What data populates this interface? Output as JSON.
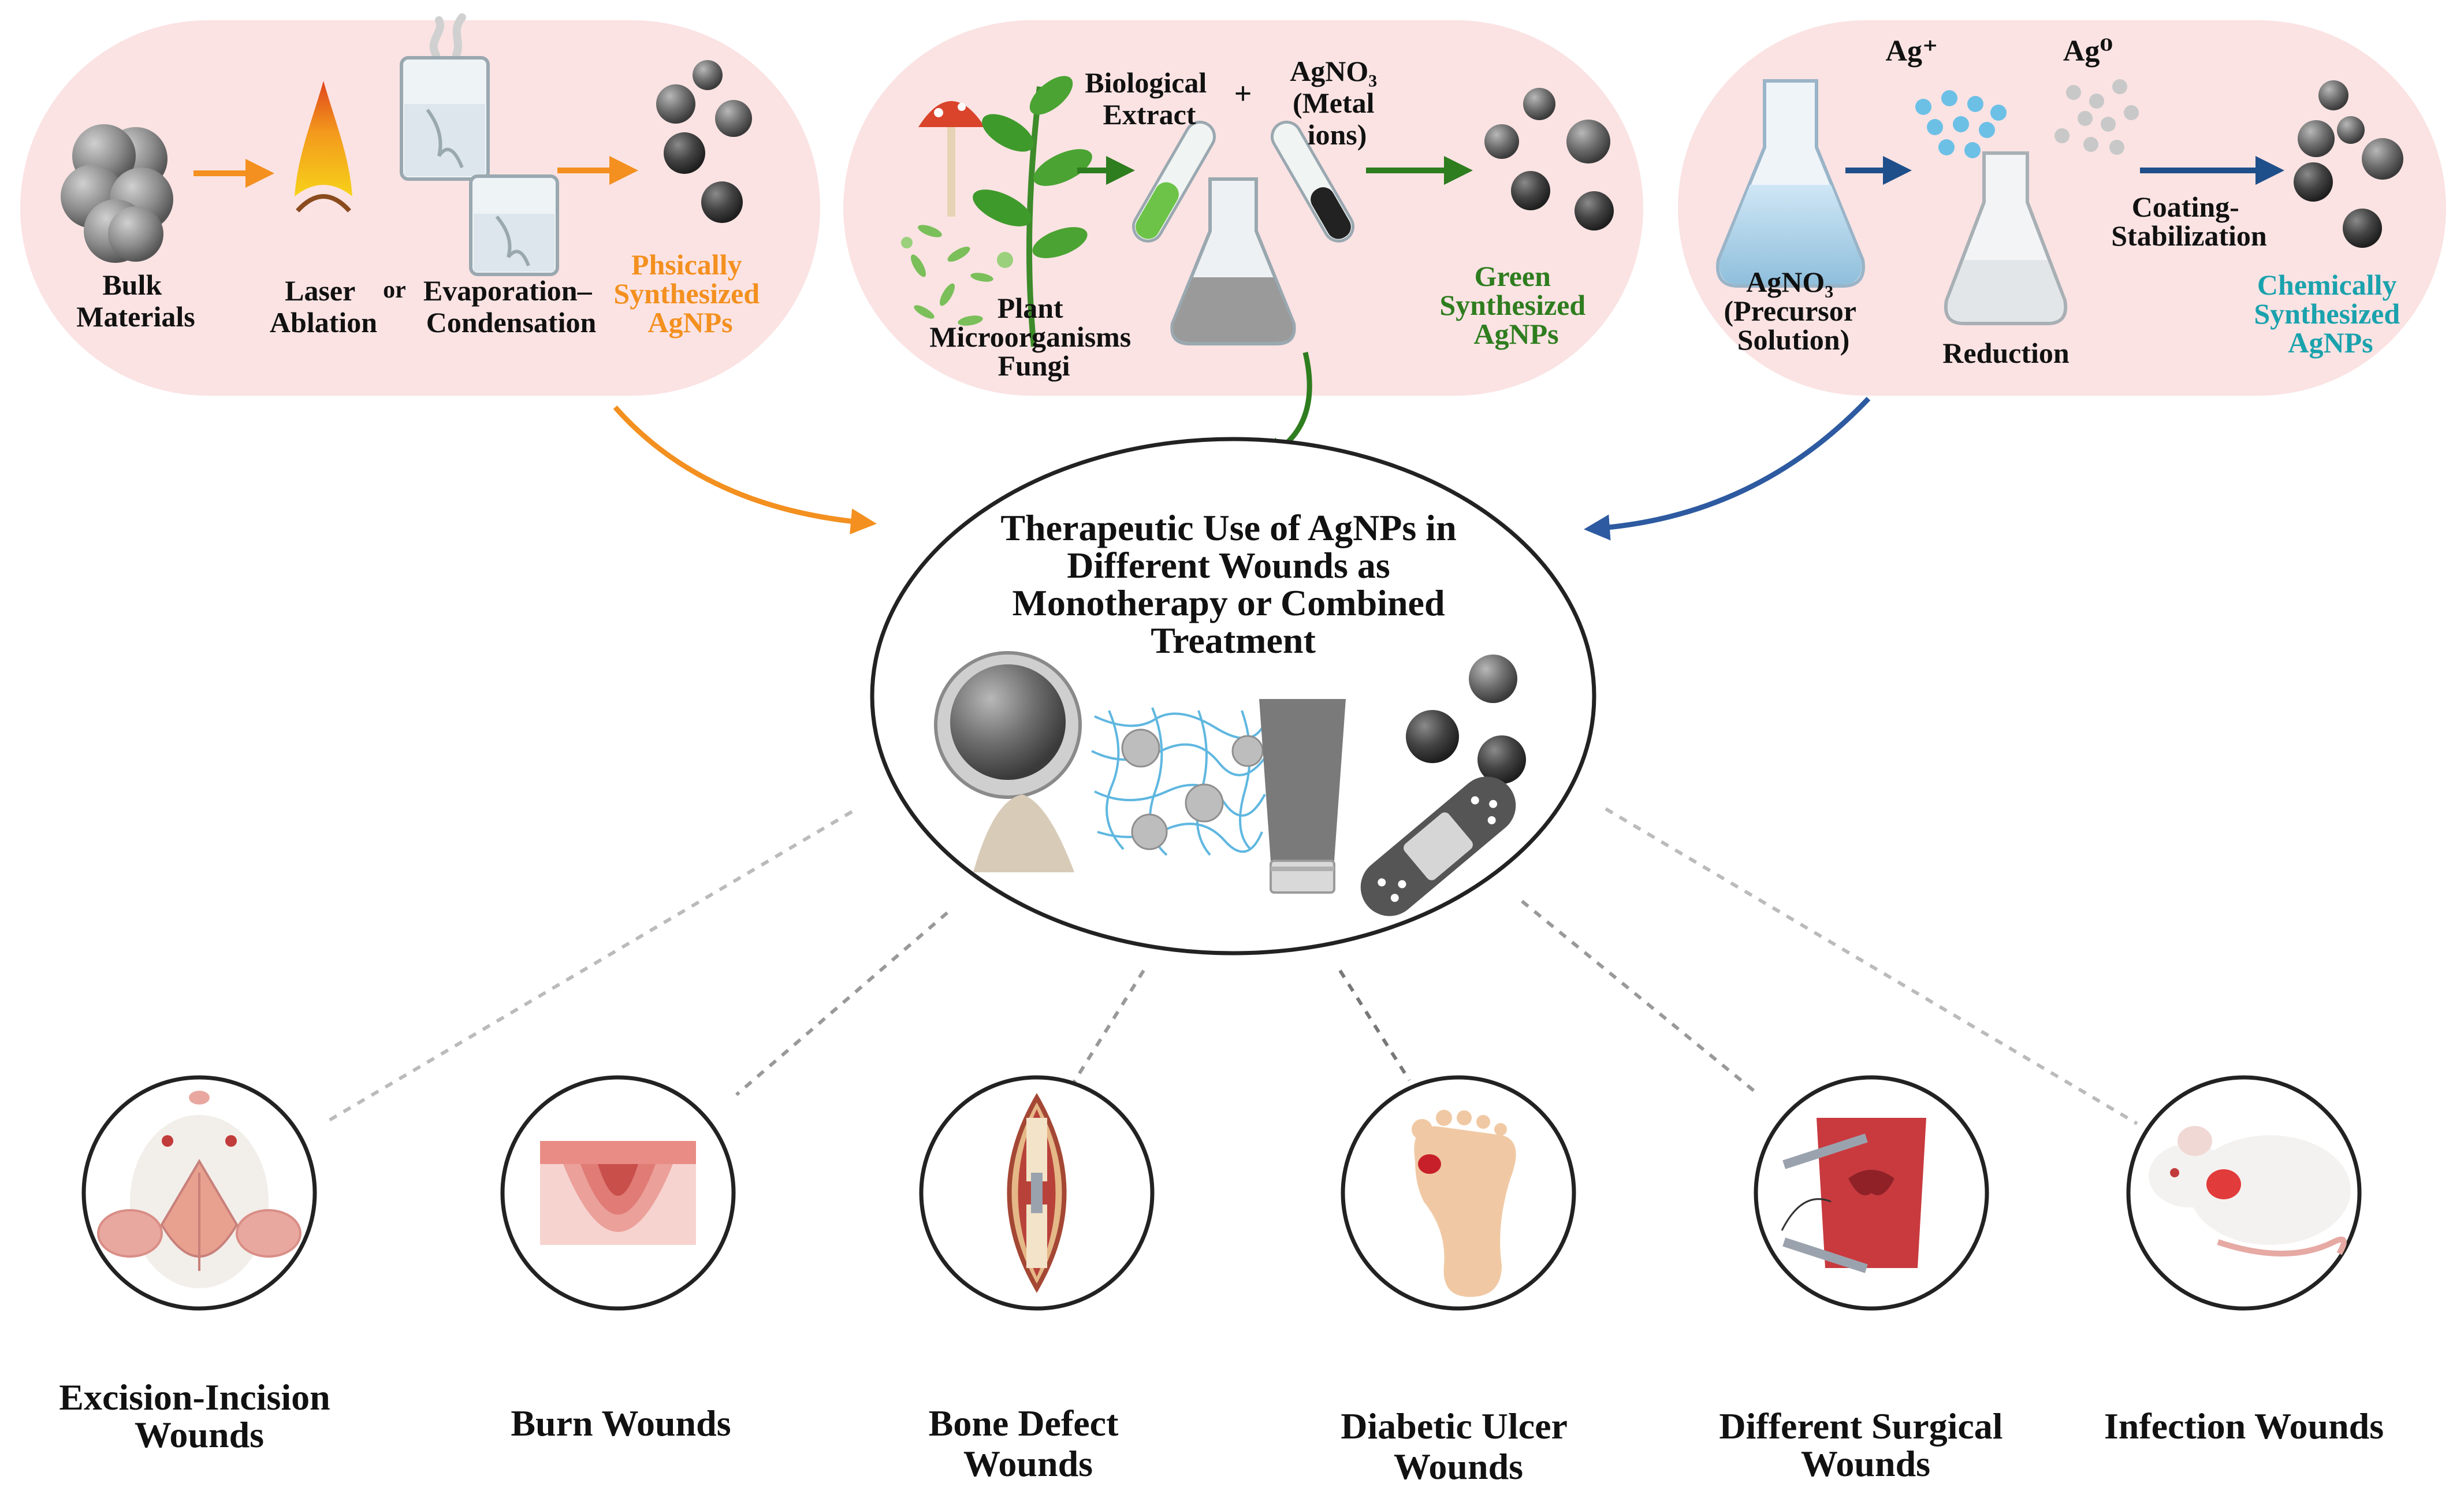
{
  "colors": {
    "panel_bg": "#fbe3e3",
    "physical": "#f3901f",
    "green": "#2e7d1f",
    "chemical": "#1aa2ad",
    "arrow_blue": "#2d5aa0",
    "arrow_dark_blue": "#1f4f8a",
    "text": "#111111"
  },
  "physical": {
    "bulk": [
      "Bulk",
      "Materials"
    ],
    "laser": [
      "Laser",
      "Ablation"
    ],
    "or": "or",
    "evap": [
      "Evaporation–",
      "Condensation"
    ],
    "result": [
      "Phsically",
      "Synthesized",
      "AgNPs"
    ]
  },
  "green": {
    "bio_extract": [
      "Biological",
      "Extract"
    ],
    "plus": "+",
    "agno3": [
      "AgNO₃",
      "(Metal",
      "ions)"
    ],
    "sources": [
      "Plant",
      "Microorganisms",
      "Fungi"
    ],
    "result": [
      "Green",
      "Synthesized",
      "AgNPs"
    ]
  },
  "chemical": {
    "ag_plus": "Ag⁺",
    "ag_zero": "Ag⁰",
    "precursor": [
      "AgNO₃",
      "(Precursor",
      "Solution)"
    ],
    "reduction": "Reduction",
    "coating": [
      "Coating-",
      "Stabilization"
    ],
    "result": [
      "Chemically",
      "Synthesized",
      "AgNPs"
    ]
  },
  "center": {
    "title": [
      "Therapeutic Use of AgNPs in",
      "Different Wounds as",
      "Monotherapy or Combined",
      "Treatment"
    ]
  },
  "wounds": [
    {
      "label": [
        "Excision-Incision",
        "Wounds"
      ],
      "icon": "rat-head-icon"
    },
    {
      "label": [
        "Burn Wounds"
      ],
      "icon": "skin-burn-icon"
    },
    {
      "label": [
        "Bone Defect",
        "Wounds"
      ],
      "icon": "bone-defect-icon"
    },
    {
      "label": [
        "Diabetic Ulcer",
        "Wounds"
      ],
      "icon": "diabetic-foot-icon"
    },
    {
      "label": [
        "Different Surgical",
        "Wounds"
      ],
      "icon": "surgical-wound-icon"
    },
    {
      "label": [
        "Infection Wounds"
      ],
      "icon": "infected-rat-icon"
    }
  ]
}
